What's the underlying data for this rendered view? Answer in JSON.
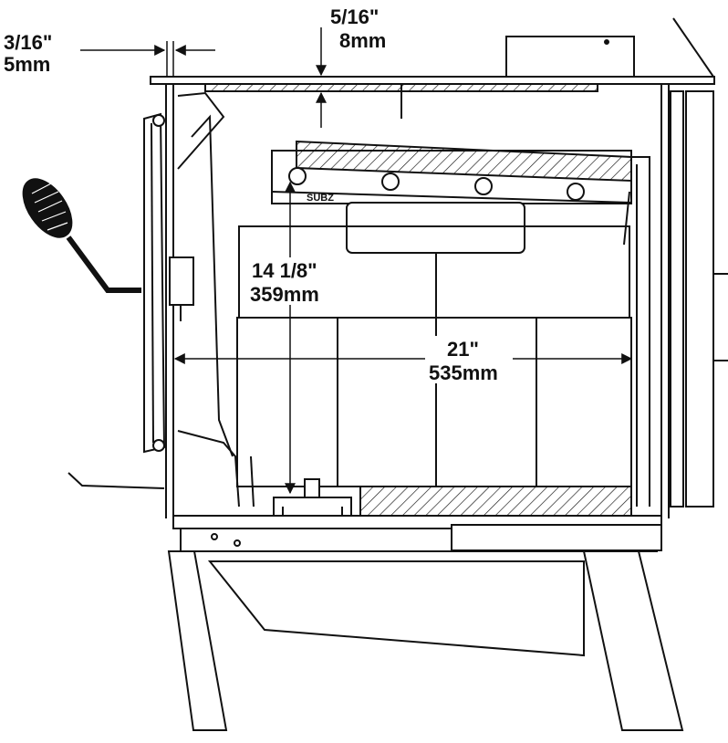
{
  "diagram": {
    "stamp": "SUBZ",
    "dimensions": {
      "top_gap": {
        "imperial": "5/16\"",
        "metric": "8mm"
      },
      "door_gap": {
        "imperial": "3/16\"",
        "metric": "5mm"
      },
      "firebox_depth": {
        "imperial": "14 1/8\"",
        "metric": "359mm"
      },
      "firebox_width": {
        "imperial": "21\"",
        "metric": "535mm"
      }
    },
    "colors": {
      "line": "#111111",
      "background": "#ffffff"
    }
  }
}
